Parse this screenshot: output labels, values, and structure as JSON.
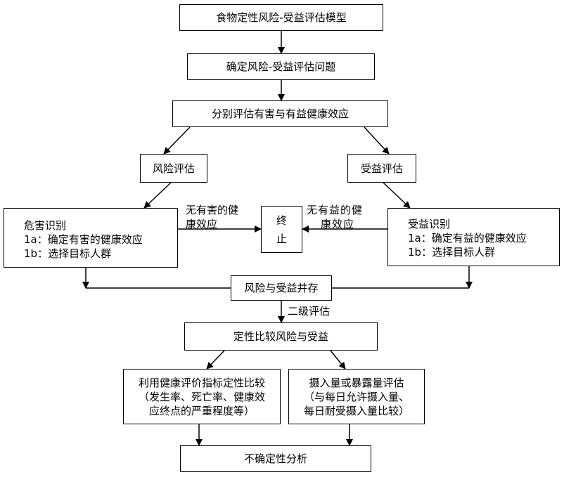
{
  "nodes": {
    "model_title": "食物定性风险-受益评估模型",
    "define_problem": "确定风险-受益评估问题",
    "separate_assess": "分别评估有害与有益健康效应",
    "risk_assess": "风险评估",
    "benefit_assess": "受益评估",
    "hazard_id": {
      "title": "危害识别",
      "line_a": "1a：确定有害的健康效应",
      "line_b": "1b：选择目标人群"
    },
    "benefit_id": {
      "title": "受益识别",
      "line_a": "1a：确定有益的健康效应",
      "line_b": "1b：选择目标人群"
    },
    "terminate": {
      "line1": "终",
      "line2": "止"
    },
    "coexist": "风险与受益并存",
    "qualitative_compare": "定性比较风险与受益",
    "health_indicator": {
      "line1": "利用健康评价指标定性比较",
      "line2": "（发生率、死亡率、健康效",
      "line3": "应终点的严重程度等）"
    },
    "intake_assess": {
      "line1": "摄入量或暴露量评估",
      "line2": "（与每日允许摄入量、",
      "line3": "每日耐受摄入量比较）"
    },
    "uncertainty": "不确定性分析"
  },
  "edge_labels": {
    "no_harm": {
      "line1": "无有害的健",
      "line2": "康效应"
    },
    "no_benefit": {
      "line1": "无有益的健",
      "line2": "康效应"
    },
    "secondary": "二级评估"
  }
}
